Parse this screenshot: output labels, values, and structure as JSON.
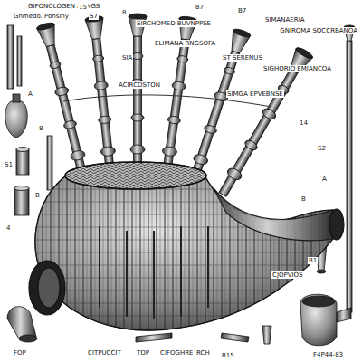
{
  "diagram": {
    "labels": [
      "GIFONOLOGEN AUNGS",
      "Gnmedo. Ponsiny",
      "15",
      "S7",
      "8",
      "SIRCHOMED BUVNPPSE",
      "87",
      "B7",
      "SIMANAERIA",
      "GNIROMA SOCCRBANOA",
      "ELIMANA RNGSOFA",
      "SIA",
      "ST SERENUS",
      "SIGHORIO EMIANCOA",
      "ACIRCOSTON",
      "SIMGA EPVEBNSE",
      "A",
      "8",
      "S1",
      "B",
      "14",
      "S2",
      "A",
      "B",
      "4",
      "B1",
      "FOP",
      "CITPUCCIT",
      "TOP",
      "CIFOGHRE",
      "RCH",
      "B15",
      "CJOPVIOS",
      "F4P44-83"
    ]
  }
}
